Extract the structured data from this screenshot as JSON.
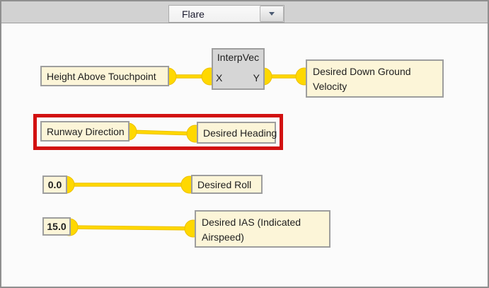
{
  "header": {
    "mode_dropdown": {
      "value": "Flare",
      "icon": "chevron-down-icon"
    }
  },
  "graph": {
    "nodes": {
      "height_above_touchpoint": "Height Above Touchpoint",
      "interp_vec": {
        "title": "InterpVec",
        "input": "X",
        "output": "Y"
      },
      "desired_down_ground_velocity": "Desired Down Ground Velocity",
      "runway_direction": "Runway Direction",
      "desired_heading": "Desired Heading",
      "roll_value": "0.0",
      "desired_roll": "Desired Roll",
      "ias_value": "15.0",
      "desired_ias": "Desired IAS (Indicated Airspeed)"
    },
    "connections": [
      {
        "from": "height_above_touchpoint",
        "to": "interp_vec.X"
      },
      {
        "from": "interp_vec.Y",
        "to": "desired_down_ground_velocity"
      },
      {
        "from": "runway_direction",
        "to": "desired_heading"
      },
      {
        "from": "roll_value",
        "to": "desired_roll"
      },
      {
        "from": "ias_value",
        "to": "desired_ias"
      }
    ],
    "highlight": {
      "annotated_connection": "runway_direction -> desired_heading"
    }
  },
  "colors": {
    "wire": "#FFD800",
    "wire_edge": "#EDC000",
    "node_fill": "#FCF5D8",
    "node_border": "#9E9E9E",
    "operator_fill": "#D6D6D6",
    "highlight_red": "#D21010",
    "topbar_bg": "#D2D2D2",
    "canvas_bg": "#FBFBFB",
    "window_border": "#8F8F8F"
  }
}
